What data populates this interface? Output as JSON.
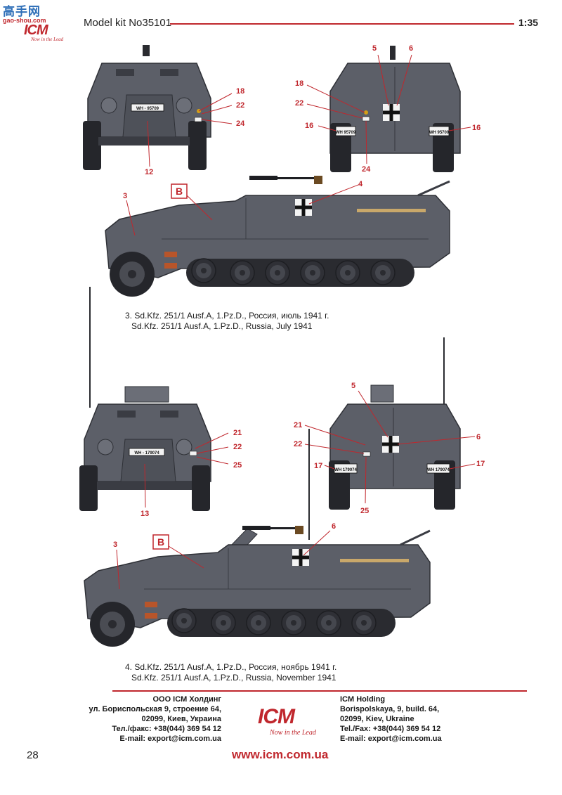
{
  "header": {
    "kit_title": "Model kit No35101",
    "scale": "1:35"
  },
  "watermark": {
    "hanzi": "高手网",
    "url": "gao-shou.com",
    "logo": "ICM",
    "slogan": "Now in the Lead"
  },
  "callouts": {
    "set1": {
      "front": {
        "c18": "18",
        "c22": "22",
        "c24": "24",
        "c12": "12",
        "plate": "WH - 95709"
      },
      "rear": {
        "c5": "5",
        "c6": "6",
        "c18": "18",
        "c22": "22",
        "c16l": "16",
        "c16r": "16",
        "c24": "24",
        "plate_l": "WH 95709",
        "plate_r": "WH 95709"
      },
      "side": {
        "c3": "3",
        "c4": "4",
        "marker": "B"
      }
    },
    "set2": {
      "front": {
        "c21": "21",
        "c22": "22",
        "c25": "25",
        "c13": "13",
        "plate": "WH - 179074"
      },
      "rear": {
        "c5": "5",
        "c6": "6",
        "c21": "21",
        "c22": "22",
        "c17l": "17",
        "c17r": "17",
        "c25": "25",
        "plate_l": "WH 179074",
        "plate_r": "WH 179074"
      },
      "side": {
        "c3": "3",
        "c6": "6",
        "marker": "B"
      }
    }
  },
  "captions": {
    "scheme3": {
      "line1": "3. Sd.Kfz. 251/1 Ausf.A, 1.Pz.D., Россия, июль 1941 г.",
      "line2": "Sd.Kfz. 251/1 Ausf.A, 1.Pz.D., Russia, July 1941"
    },
    "scheme4": {
      "line1": "4. Sd.Kfz. 251/1 Ausf.A, 1.Pz.D., Россия, ноябрь 1941 г.",
      "line2": "Sd.Kfz. 251/1 Ausf.A, 1.Pz.D., Russia, November 1941"
    }
  },
  "footer": {
    "ru": {
      "l1": "ООО ICM Холдинг",
      "l2": "ул. Бориспольская 9, строение 64,",
      "l3": "02099, Киев, Украина",
      "l4": "Тел./факс: +38(044) 369 54 12",
      "l5": "E-mail: export@icm.com.ua"
    },
    "en": {
      "l1": "ICM Holding",
      "l2": "Borispolskaya, 9, build. 64,",
      "l3": "02099, Kiev, Ukraine",
      "l4": "Tel./Fax: +38(044) 369 54 12",
      "l5": "E-mail: export@icm.com.ua"
    },
    "logo": "ICM",
    "slogan": "Now in the Lead",
    "website": "www.icm.com.ua",
    "page_number": "28"
  },
  "colors": {
    "accent_red": "#c0272d",
    "vehicle_grey": "#5c5f68",
    "vehicle_dark": "#3a3c43"
  }
}
